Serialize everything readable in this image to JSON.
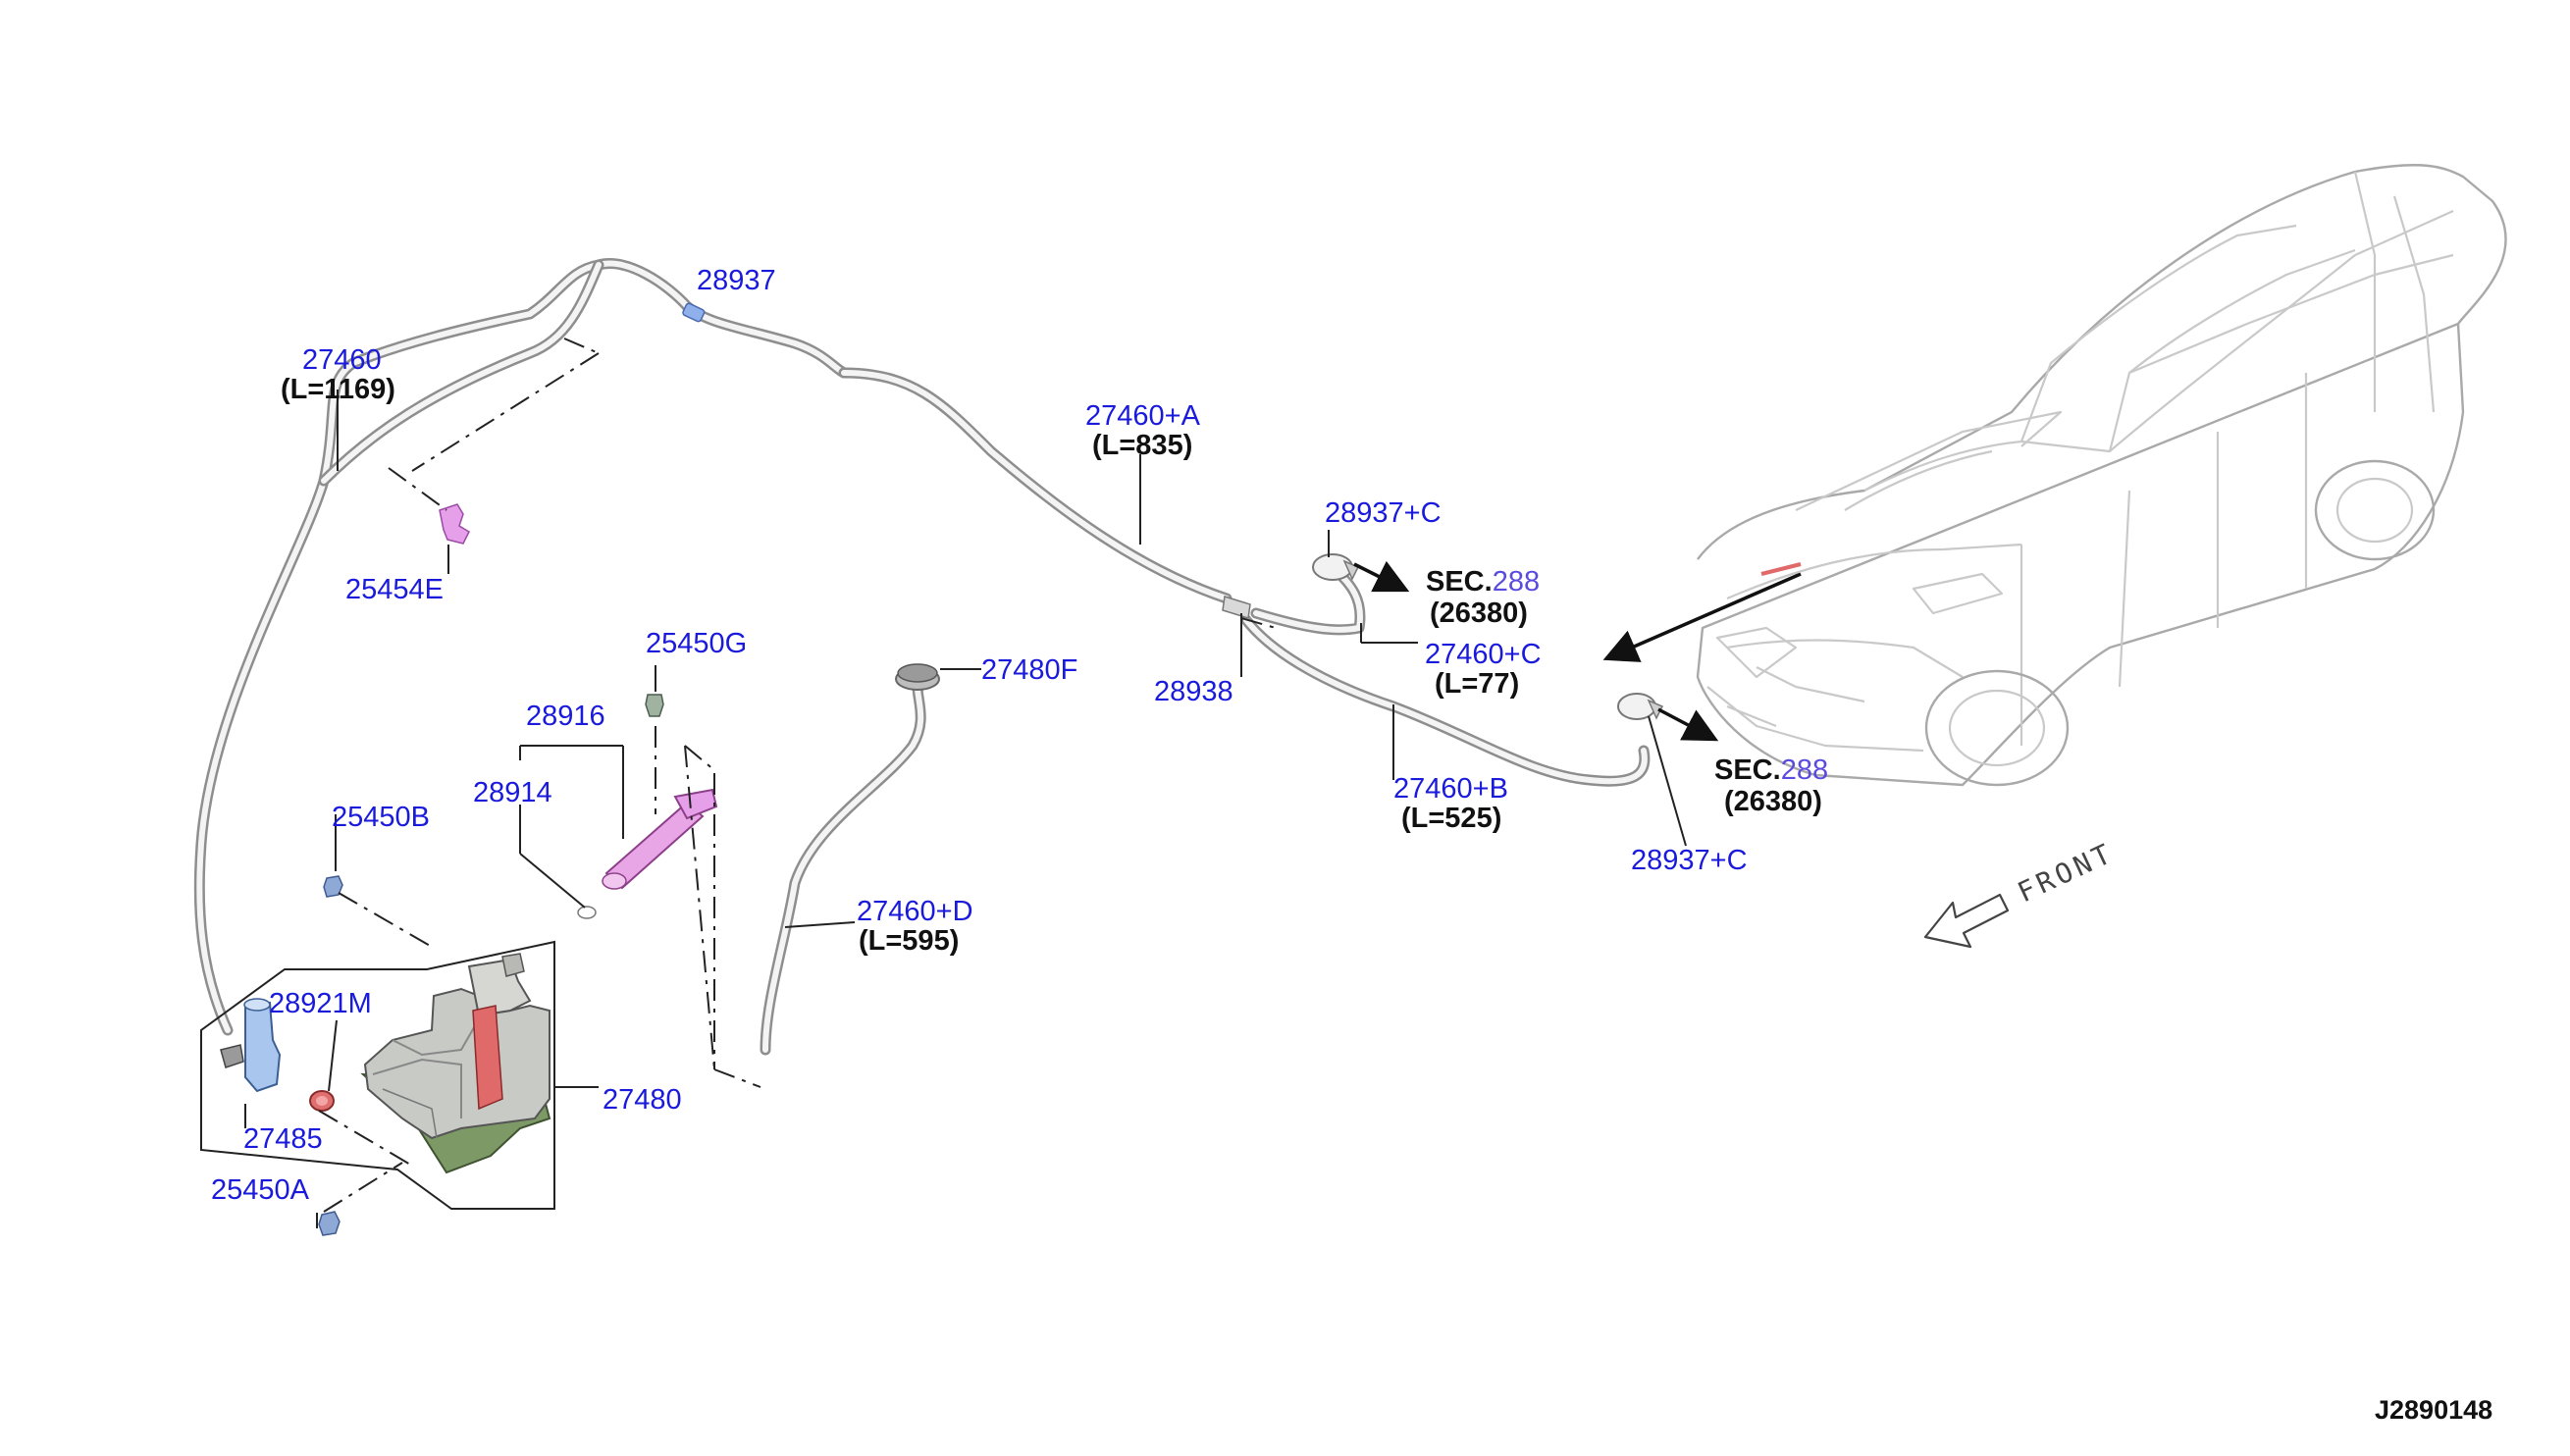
{
  "labels": {
    "p27460": "27460",
    "l27460": "(L=1169)",
    "p28937_top": "28937",
    "p27460A": "27460+A",
    "l27460A": "(L=835)",
    "p25454E": "25454E",
    "p28937C_top": "28937+C",
    "sec_top_prefix": "SEC.",
    "sec_top_num": "288",
    "sec_top_ref": "(26380)",
    "p27460C": "27460+C",
    "l27460C": "(L=77)",
    "p28938": "28938",
    "p25450G": "25450G",
    "p27480F": "27480F",
    "p28916": "28916",
    "p28914": "28914",
    "p25450B": "25450B",
    "p27460B": "27460+B",
    "l27460B": "(L=525)",
    "sec_bot_prefix": "SEC.",
    "sec_bot_num": "288",
    "sec_bot_ref": "(26380)",
    "p28937C_bot": "28937+C",
    "p27460D": "27460+D",
    "l27460D": "(L=595)",
    "p28921M": "28921M",
    "p27480": "27480",
    "p27485": "27485",
    "p25450A": "25450A",
    "front": "FRONT",
    "diagram_code": "J2890148"
  },
  "colors": {
    "part_number": "#1a1adc",
    "length": "#111111",
    "sec_number": "#5a4be0",
    "reservoir_body": "#c8cac6",
    "reservoir_base": "#7d9a66",
    "reservoir_accent": "#e06a6a",
    "filler_pipe": "#e9a6e6",
    "pump": "#a9c6ee",
    "grommet": "#e07070",
    "clip_25454E": "#e6a0ea"
  },
  "icons": [
    "front-direction-arrow-icon",
    "vehicle-outline-icon"
  ]
}
